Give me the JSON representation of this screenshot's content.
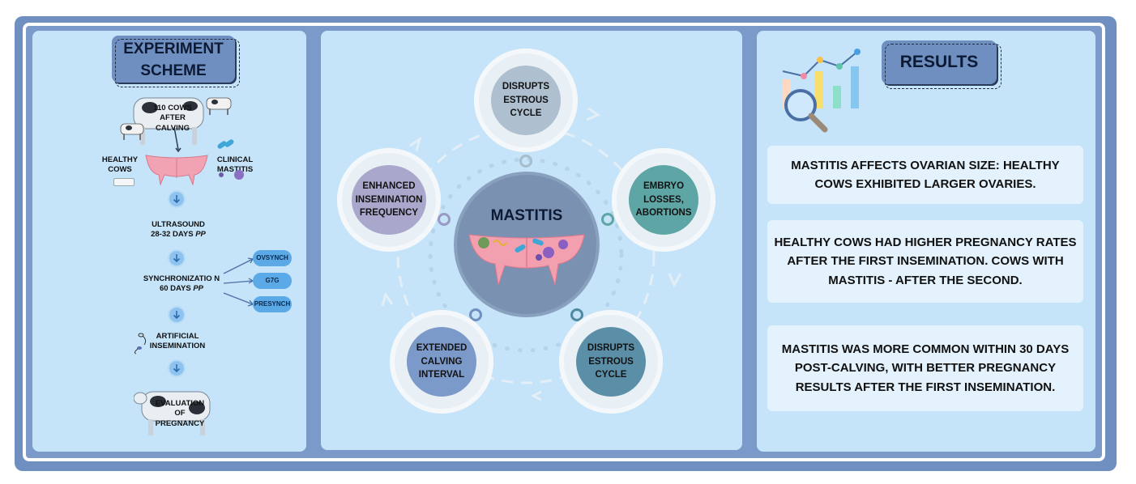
{
  "left_panel": {
    "title_line1": "EXPERIMENT",
    "title_line2": "SCHEME",
    "cows": "110 COWS AFTER CALVING",
    "healthy": "HEALTHY COWS",
    "clinical": "CLINICAL MASTITIS",
    "ultrasound": "ULTRASOUND",
    "ultrasound_days": "28-32 DAYS",
    "pp": "PP",
    "sync": "SYNCHRONIZATIO N 60 DAYS",
    "protocols": [
      "OVSYNCH",
      "G7G",
      "PRESYNCH"
    ],
    "ai": "ARTIFICIAL INSEMINATION",
    "evaluation": "EVALUATION OF PREGNANCY"
  },
  "center_panel": {
    "hub": "MASTITIS",
    "nodes": {
      "top": "DISRUPTS ESTROUS CYCLE",
      "right": "EMBRYO LOSSES, ABORTIONS",
      "bottom_right": "DISRUPTS ESTROUS CYCLE",
      "bottom_left": "EXTENDED CALVING INTERVAL",
      "left": "ENHANCED INSEMINATION FREQUENCY"
    },
    "colors": {
      "top": "#aebfd0",
      "right": "#5ea6a5",
      "bottom_right": "#5b8fa8",
      "bottom_left": "#7b9ac9",
      "left": "#a9a7cc",
      "hub": "#7b91b1"
    }
  },
  "right_panel": {
    "title": "RESULTS",
    "findings": [
      "MASTITIS AFFECTS OVARIAN SIZE: HEALTHY COWS EXHIBITED LARGER OVARIES.",
      "HEALTHY COWS HAD HIGHER PREGNANCY RATES AFTER THE FIRST INSEMINATION. COWS WITH MASTITIS - AFTER THE SECOND.",
      "MASTITIS WAS MORE COMMON WITHIN 30 DAYS POST-CALVING, WITH BETTER PREGNANCY RESULTS AFTER THE FIRST INSEMINATION."
    ]
  }
}
